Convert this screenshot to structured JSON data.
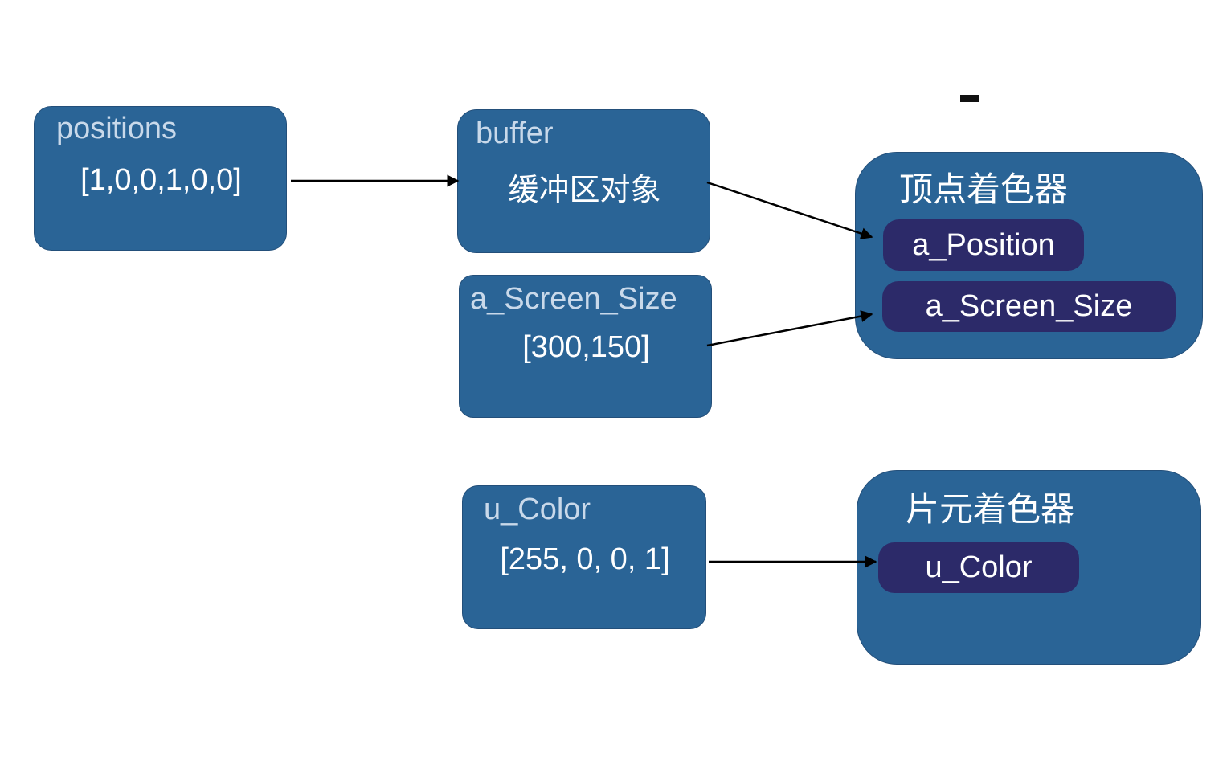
{
  "nodes": {
    "positions": {
      "title": "positions",
      "value": "[1,0,0,1,0,0]"
    },
    "buffer": {
      "title": "buffer",
      "value": "缓冲区对象"
    },
    "screen_size": {
      "title": "a_Screen_Size",
      "value": "[300,150]"
    },
    "color": {
      "title": "u_Color",
      "value": "[255, 0, 0, 1]"
    }
  },
  "vertex_shader": {
    "title": "顶点着色器",
    "attributes": [
      "a_Position",
      "a_Screen_Size"
    ]
  },
  "fragment_shader": {
    "title": "片元着色器",
    "uniforms": [
      "u_Color"
    ]
  },
  "edges": [
    {
      "from": "positions",
      "to": "buffer"
    },
    {
      "from": "buffer",
      "to": "a_Position"
    },
    {
      "from": "a_Screen_Size",
      "to": "a_Screen_Size"
    },
    {
      "from": "u_Color",
      "to": "u_Color"
    }
  ],
  "colors": {
    "box": "#2a6496",
    "pill": "#2c2a69",
    "arrow": "#000000"
  }
}
